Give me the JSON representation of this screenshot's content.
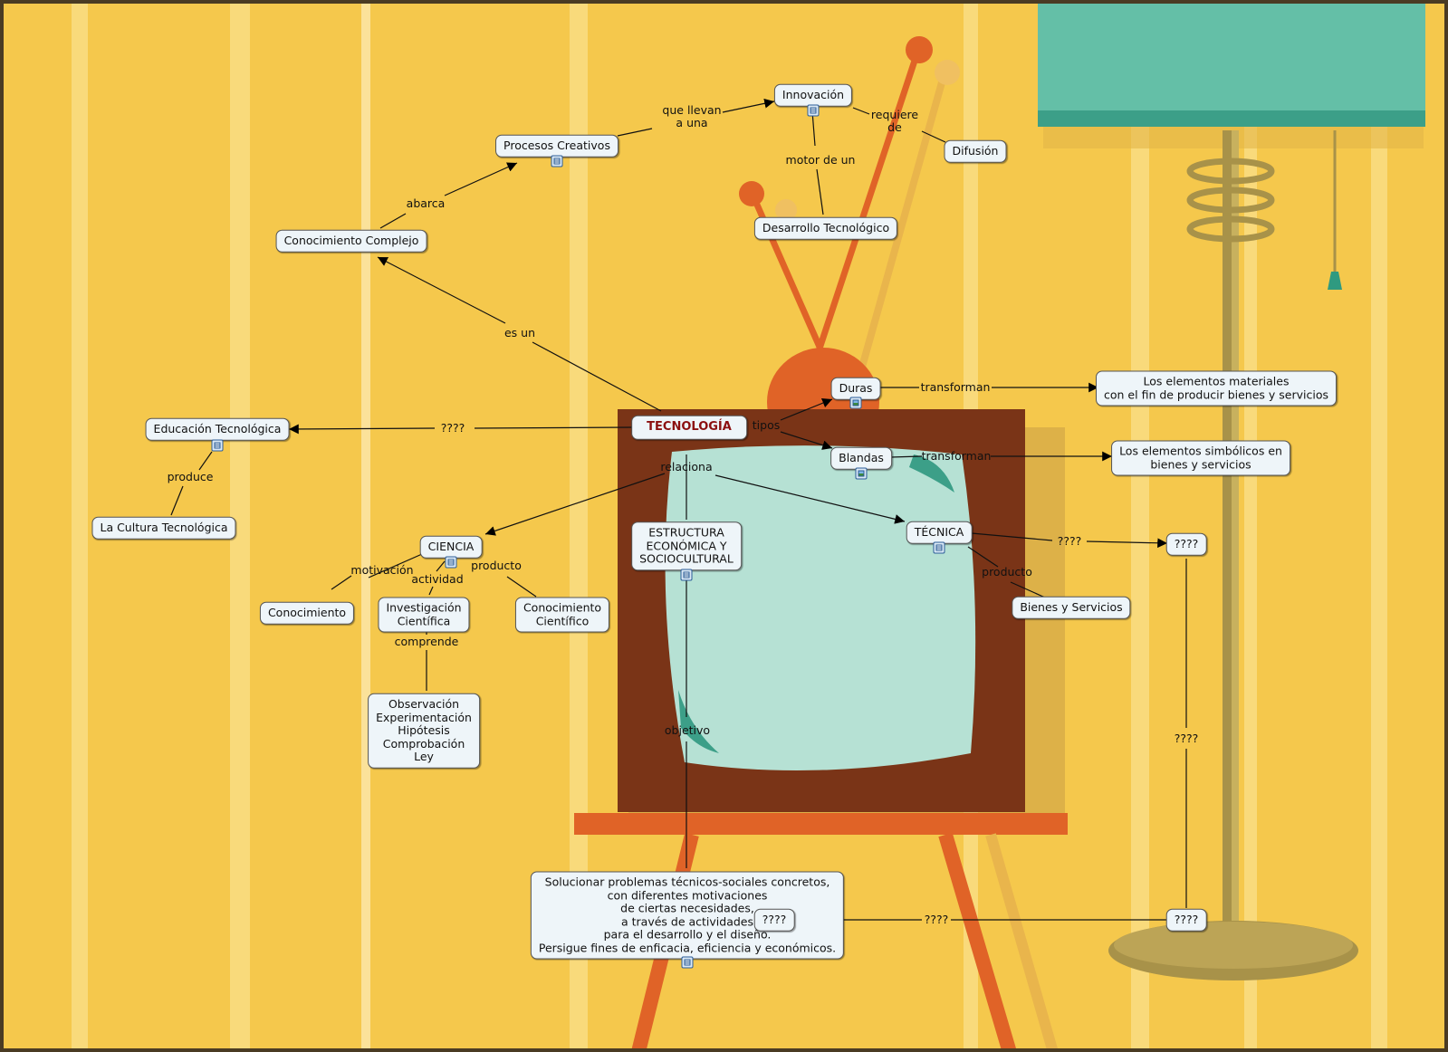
{
  "root": {
    "label": "TECNOLOGÍA"
  },
  "concepts": {
    "innovacion": "Innovación",
    "procesos": "Procesos Creativos",
    "difusion": "Difusión",
    "desarrollo": "Desarrollo Tecnológico",
    "conocimiento_complejo": "Conocimiento Complejo",
    "educacion": "Educación Tecnológica",
    "cultura": "La Cultura Tecnológica",
    "duras": "Duras",
    "blandas": "Blandas",
    "materiales": "Los elementos materiales\ncon el fin de producir bienes y servicios",
    "simbolicos": "Los elementos simbólicos en\nbienes y servicios",
    "ciencia": "CIENCIA",
    "conocimiento": "Conocimiento",
    "investigacion": "Investigación\nCientífica",
    "conocimiento_cientifico": "Conocimiento\nCientífico",
    "observacion": "Observación\nExperimentación\nHipótesis\nComprobación\nLey",
    "estructura": "ESTRUCTURA\nECONÓMICA Y\nSOCIOCULTURAL",
    "tecnica": "TÉCNICA",
    "bienes": "Bienes y Servicios",
    "q_right_top": "????",
    "solucionar": "Solucionar problemas técnicos-sociales concretos,\ncon diferentes motivaciones\nde ciertas necesidades,\na través de actividades\npara el desarrollo y el diseño.\nPersigue fines de enficacia, eficiencia y económicos.",
    "q_right_bottom": "????",
    "q_overlay": "????"
  },
  "links": {
    "que_llevan": "que llevan\na una",
    "requiere": "requiere\nde",
    "motor": "motor de un",
    "abarca": "abarca",
    "es_un": "es un",
    "q_educacion": "????",
    "produce": "produce",
    "tipos": "tipos",
    "transforman_1": "transforman",
    "transforman_2": "transforman",
    "relaciona": "relaciona",
    "motivacion": "motivación",
    "actividad": "actividad",
    "producto_ciencia": "producto",
    "comprende": "comprende",
    "q_tecnica": "????",
    "producto_tecnica": "producto",
    "objetivo": "objetivo",
    "q_vertical": "????",
    "q_bottom": "????"
  }
}
